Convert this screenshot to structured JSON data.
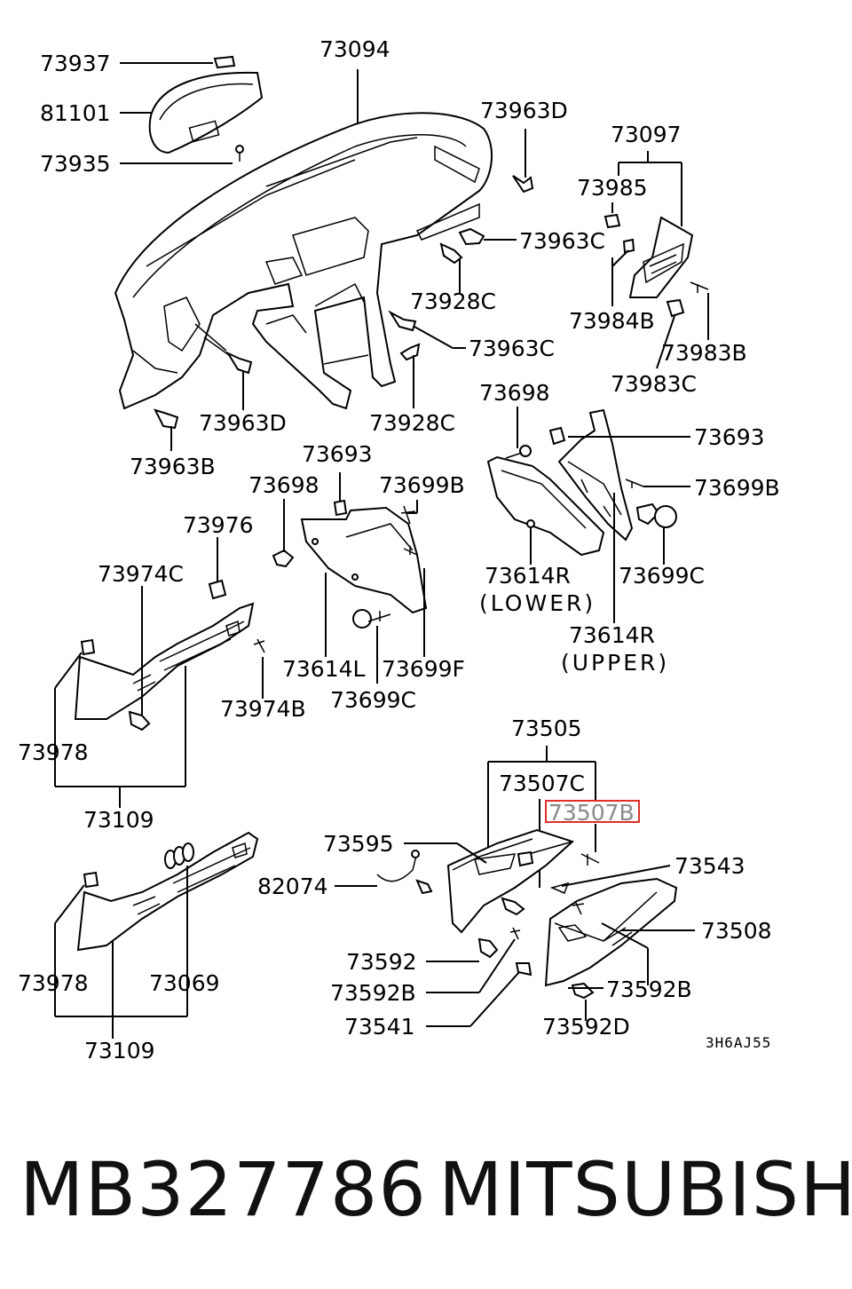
{
  "diagram": {
    "labels": {
      "l73937": "73937",
      "l81101": "81101",
      "l73935": "73935",
      "l73094": "73094",
      "l73963D_a": "73963D",
      "l73097": "73097",
      "l73985": "73985",
      "l73963C_a": "73963C",
      "l73928C_a": "73928C",
      "l73963C_b": "73963C",
      "l73984B": "73984B",
      "l73983B": "73983B",
      "l73983C": "73983C",
      "l73963D_b": "73963D",
      "l73928C_b": "73928C",
      "l73963B": "73963B",
      "l73698_a": "73698",
      "l73693_a": "73693",
      "l73699B_a": "73699B",
      "l73614R_lower": "73614R",
      "l_lower": "(LOWER)",
      "l73699C_a": "73699C",
      "l73614R_upper": "73614R",
      "l_upper": "(UPPER)",
      "l73693_b": "73693",
      "l73698_b": "73698",
      "l73699B_b": "73699B",
      "l73976": "73976",
      "l73974C": "73974C",
      "l73614L": "73614L",
      "l73699F": "73699F",
      "l73699C_b": "73699C",
      "l73974B": "73974B",
      "l73978_a": "73978",
      "l73109_a": "73109",
      "l73505": "73505",
      "l73507C": "73507C",
      "l73507B": "73507B",
      "l73595": "73595",
      "l73543": "73543",
      "l82074": "82074",
      "l73508": "73508",
      "l73592": "73592",
      "l73592B_a": "73592B",
      "l73592B_b": "73592B",
      "l73541": "73541",
      "l73592D": "73592D",
      "l73978_b": "73978",
      "l73069": "73069",
      "l73109_b": "73109",
      "code": "3H6AJ55"
    },
    "highlighted_label": "73507B"
  },
  "footer": {
    "part_number": "MB327786",
    "brand": "MITSUBISHI"
  }
}
